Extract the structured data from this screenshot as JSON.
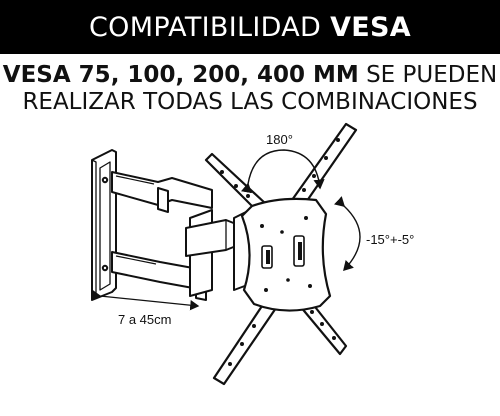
{
  "header": {
    "title_regular": "COMPATIBILIDAD",
    "title_bold": "VESA"
  },
  "subtitle": {
    "line1_bold": "VESA 75, 100, 200, 400 MM",
    "line1_regular": "SE PUEDEN",
    "line2": "REALIZAR TODAS LAS COMBINACIONES"
  },
  "diagram": {
    "rotation_label": "180°",
    "tilt_label": "-15°+-5°",
    "extension_label": "7 a 45cm"
  },
  "colors": {
    "banner_background": "#000000",
    "banner_text": "#ffffff",
    "text": "#111111"
  },
  "icons": {
    "product": "tv-wall-mount-bracket-drawing"
  }
}
